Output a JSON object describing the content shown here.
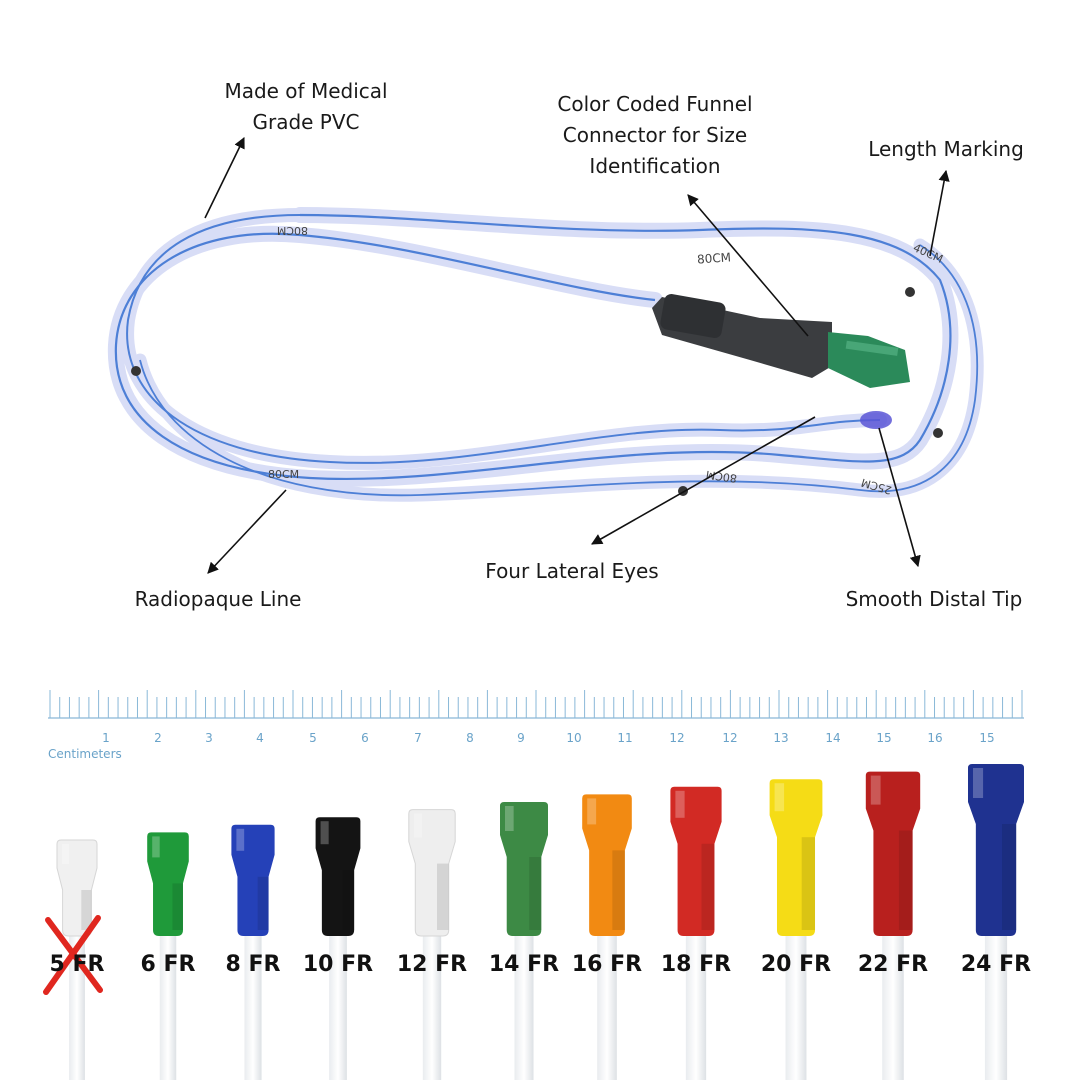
{
  "callouts": {
    "material": [
      "Made of Medical",
      "Grade PVC"
    ],
    "funnel": [
      "Color Coded Funnel",
      "Connector for Size",
      "Identification"
    ],
    "length_marking": "Length Marking",
    "radiopaque": "Radiopaque Line",
    "lateral_eyes": "Four Lateral Eyes",
    "distal_tip": "Smooth Distal Tip"
  },
  "tube_markings": [
    "80CM",
    "80CM",
    "80CM",
    "80CM",
    "40CM",
    "25CM"
  ],
  "ruler": {
    "unit_label": "Centimeters",
    "numbers": [
      "1",
      "2",
      "3",
      "4",
      "5",
      "6",
      "7",
      "8",
      "9",
      "10",
      "11",
      "12",
      "12",
      "13",
      "14",
      "15",
      "16",
      "15"
    ]
  },
  "sizes": [
    {
      "label": "5 FR",
      "color": "#f0f0f0",
      "available": false
    },
    {
      "label": "6 FR",
      "color": "#1f9a3a",
      "available": true
    },
    {
      "label": "8 FR",
      "color": "#2541b8",
      "available": true
    },
    {
      "label": "10 FR",
      "color": "#141414",
      "available": true
    },
    {
      "label": "12 FR",
      "color": "#eeeeee",
      "available": true
    },
    {
      "label": "14 FR",
      "color": "#3d8a45",
      "available": true
    },
    {
      "label": "16 FR",
      "color": "#f28a12",
      "available": true
    },
    {
      "label": "18 FR",
      "color": "#d22a24",
      "available": true
    },
    {
      "label": "20 FR",
      "color": "#f5dc16",
      "available": true
    },
    {
      "label": "22 FR",
      "color": "#b8201e",
      "available": true
    },
    {
      "label": "24 FR",
      "color": "#1f3290",
      "available": true
    }
  ],
  "colors": {
    "tube": "#d6dcf7",
    "radiopaque_line": "#4d7fd6",
    "funnel_body": "#3b3d40",
    "funnel_tip": "#2b8a5a",
    "ruler": "#6aa3c9",
    "unavailable_mark": "#e0271f"
  }
}
